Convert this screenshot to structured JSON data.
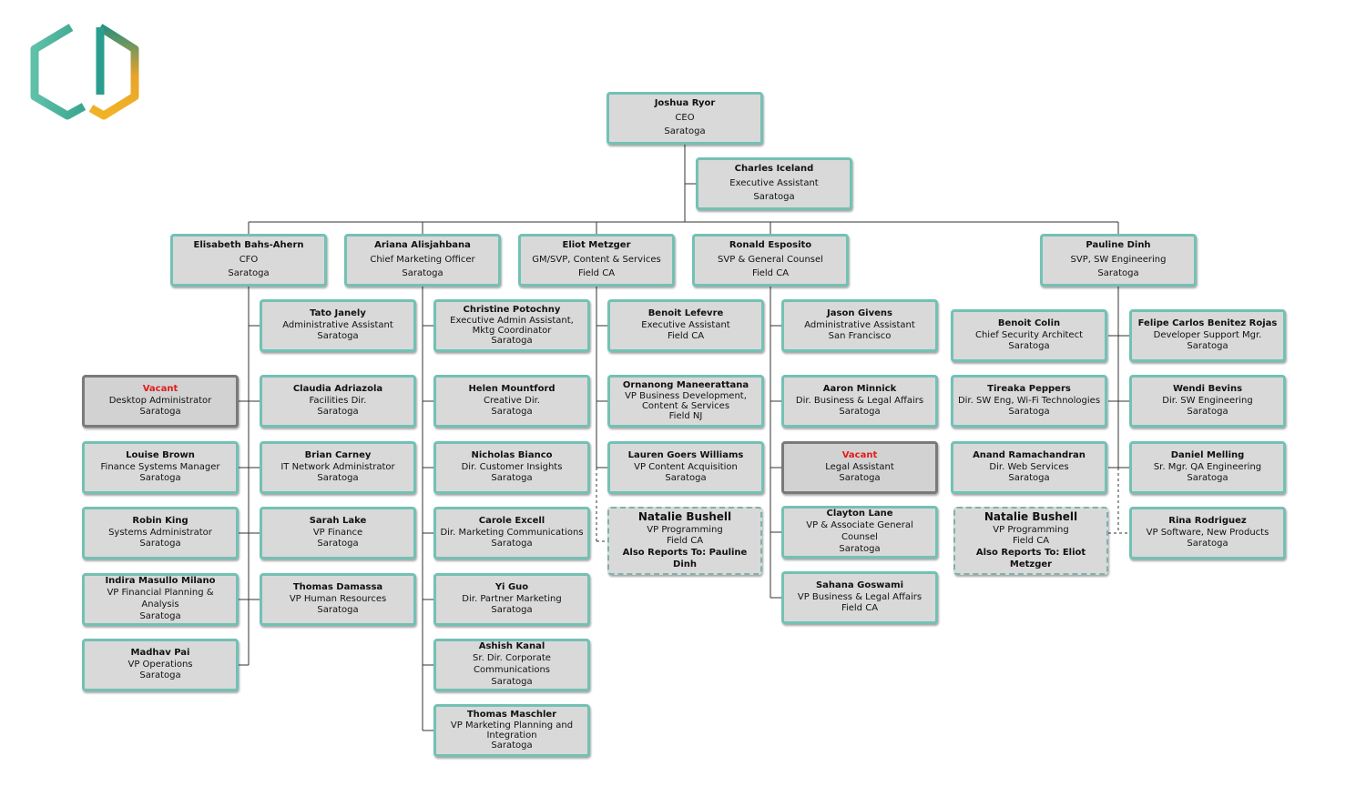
{
  "colors": {
    "border": "#73c1b5",
    "box_fill": "#d9d9d9",
    "vacant": "#e21b1b",
    "line": "#333333",
    "logo_orange": "#e7a223",
    "logo_teal": "#2a9d8f"
  },
  "logo": {
    "icon": "hexagon-logo-icon"
  },
  "nodes": [
    {
      "id": "ceo",
      "name": "Joshua Ryor",
      "title": "CEO",
      "location": "Saratoga"
    },
    {
      "id": "ea",
      "name": "Charles Iceland",
      "title": "Executive Assistant",
      "location": "Saratoga"
    },
    {
      "id": "cfo",
      "name": "Elisabeth Bahs-Ahern",
      "title": "CFO",
      "location": "Saratoga"
    },
    {
      "id": "cmo",
      "name": "Ariana Alisjahbana",
      "title": "Chief Marketing Officer",
      "location": "Saratoga"
    },
    {
      "id": "gm",
      "name": "Eliot Metzger",
      "title": "GM/SVP, Content & Services",
      "location": "Field CA"
    },
    {
      "id": "gc",
      "name": "Ronald Esposito",
      "title": "SVP & General Counsel",
      "location": "Field CA"
    },
    {
      "id": "eng",
      "name": "Pauline Dinh",
      "title": "SVP, SW Engineering",
      "location": "Saratoga"
    },
    {
      "id": "cfo1",
      "name": "Tato Janely",
      "title": "Administrative Assistant",
      "location": "Saratoga"
    },
    {
      "id": "cfo2",
      "name": "Claudia Adriazola",
      "title": "Facilities Dir.",
      "location": "Saratoga"
    },
    {
      "id": "cfo3",
      "name": "Brian Carney",
      "title": "IT Network Administrator",
      "location": "Saratoga"
    },
    {
      "id": "cfo4",
      "name": "Sarah Lake",
      "title": "VP Finance",
      "location": "Saratoga"
    },
    {
      "id": "cfo5",
      "name": "Thomas Damassa",
      "title": "VP Human Resources",
      "location": "Saratoga"
    },
    {
      "id": "itv",
      "name": "Vacant",
      "title": "Desktop Administrator",
      "location": "Saratoga"
    },
    {
      "id": "cfo6",
      "name": "Louise Brown",
      "title": "Finance Systems Manager",
      "location": "Saratoga"
    },
    {
      "id": "cfo7",
      "name": "Robin King",
      "title": "Systems Administrator",
      "location": "Saratoga"
    },
    {
      "id": "cfo8",
      "name": "Indira Masullo Milano",
      "title": "VP Financial Planning & Analysis",
      "location": "Saratoga"
    },
    {
      "id": "cfo9",
      "name": "Madhav Pai",
      "title": "VP Operations",
      "location": "Saratoga"
    },
    {
      "id": "mk1",
      "name": "Christine Potochny",
      "title": "Executive Admin Assistant, Mktg Coordinator",
      "location": "Saratoga"
    },
    {
      "id": "mk2",
      "name": "Helen Mountford",
      "title": "Creative Dir.",
      "location": "Saratoga"
    },
    {
      "id": "mk3",
      "name": "Nicholas Bianco",
      "title": "Dir. Customer Insights",
      "location": "Saratoga"
    },
    {
      "id": "mk4",
      "name": "Carole Excell",
      "title": "Dir. Marketing Communications",
      "location": "Saratoga"
    },
    {
      "id": "mk5",
      "name": "Yi Guo",
      "title": "Dir. Partner Marketing",
      "location": "Saratoga"
    },
    {
      "id": "mk6",
      "name": "Ashish Kanal",
      "title": "Sr. Dir. Corporate Communications",
      "location": "Saratoga"
    },
    {
      "id": "mk7",
      "name": "Thomas Maschler",
      "title": "VP Marketing Planning and Integration",
      "location": "Saratoga"
    },
    {
      "id": "gm1",
      "name": "Benoit Lefevre",
      "title": "Executive Assistant",
      "location": "Field CA"
    },
    {
      "id": "gm2",
      "name": "Ornanong Maneerattana",
      "title": "VP Business Development, Content & Services",
      "location": "Field NJ"
    },
    {
      "id": "gm3",
      "name": "Lauren Goers Williams",
      "title": "VP Content Acquisition",
      "location": "Saratoga"
    },
    {
      "id": "gm4",
      "name": "Natalie Bushell",
      "title": "VP Programming",
      "location": "Field CA",
      "extra": "Also Reports To: Pauline Dinh"
    },
    {
      "id": "gc1",
      "name": "Jason Givens",
      "title": "Administrative Assistant",
      "location": "San Francisco"
    },
    {
      "id": "gc2",
      "name": "Aaron Minnick",
      "title": "Dir. Business & Legal Affairs",
      "location": "Saratoga"
    },
    {
      "id": "gcv",
      "name": "Vacant",
      "title": "Legal Assistant",
      "location": "Saratoga"
    },
    {
      "id": "gc3",
      "name": "Clayton Lane",
      "title": "VP & Associate General Counsel",
      "location": "Saratoga"
    },
    {
      "id": "gc4",
      "name": "Sahana Goswami",
      "title": "VP Business & Legal Affairs",
      "location": "Field CA"
    },
    {
      "id": "en1",
      "name": "Benoit Colin",
      "title": "Chief Security Architect",
      "location": "Saratoga"
    },
    {
      "id": "en2",
      "name": "Tireaka Peppers",
      "title": "Dir. SW Eng, Wi-Fi Technologies",
      "location": "Saratoga"
    },
    {
      "id": "en3",
      "name": "Anand Ramachandran",
      "title": "Dir. Web Services",
      "location": "Saratoga"
    },
    {
      "id": "en4",
      "name": "Natalie Bushell",
      "title": "VP Programming",
      "location": "Field CA",
      "extra": "Also Reports To: Eliot Metzger"
    },
    {
      "id": "en5",
      "name": "Felipe Carlos Benitez Rojas",
      "title": "Developer Support Mgr.",
      "location": "Saratoga"
    },
    {
      "id": "en6",
      "name": "Wendi Bevins",
      "title": "Dir. SW Engineering",
      "location": "Saratoga"
    },
    {
      "id": "en7",
      "name": "Daniel Melling",
      "title": "Sr. Mgr. QA Engineering",
      "location": "Saratoga"
    },
    {
      "id": "en8",
      "name": "Rina Rodriguez",
      "title": "VP Software, New Products",
      "location": "Saratoga"
    }
  ]
}
